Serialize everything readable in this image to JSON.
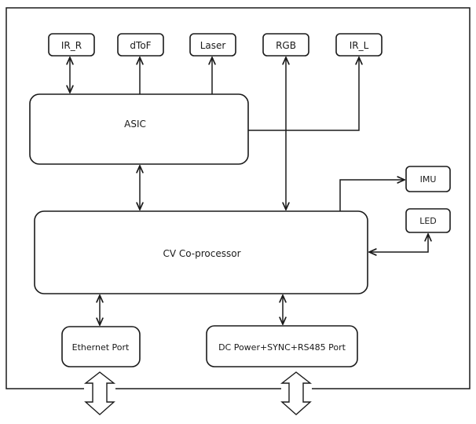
{
  "diagram": {
    "nodes": {
      "ir_r": "IR_R",
      "dtof": "dToF",
      "laser": "Laser",
      "rgb": "RGB",
      "ir_l": "IR_L",
      "asic": "ASIC",
      "imu": "IMU",
      "led": "LED",
      "cv": "CV Co-processor",
      "ethernet": "Ethernet Port",
      "dc": "DC Power+SYNC+RS485 Port"
    },
    "connections": [
      {
        "from": "ASIC",
        "to": "IR_R",
        "type": "bidirectional"
      },
      {
        "from": "ASIC",
        "to": "dToF",
        "type": "directed"
      },
      {
        "from": "ASIC",
        "to": "Laser",
        "type": "directed"
      },
      {
        "from": "ASIC",
        "to": "IR_L",
        "type": "directed"
      },
      {
        "from": "RGB",
        "to": "CV Co-processor",
        "type": "bidirectional"
      },
      {
        "from": "ASIC",
        "to": "CV Co-processor",
        "type": "bidirectional"
      },
      {
        "from": "CV Co-processor",
        "to": "IMU",
        "type": "directed"
      },
      {
        "from": "CV Co-processor",
        "to": "LED",
        "type": "bidirectional"
      },
      {
        "from": "CV Co-processor",
        "to": "Ethernet Port",
        "type": "bidirectional"
      },
      {
        "from": "CV Co-processor",
        "to": "DC Power+SYNC+RS485 Port",
        "type": "bidirectional"
      }
    ],
    "external_interfaces": [
      "Ethernet Port",
      "DC Power+SYNC+RS485 Port"
    ]
  }
}
